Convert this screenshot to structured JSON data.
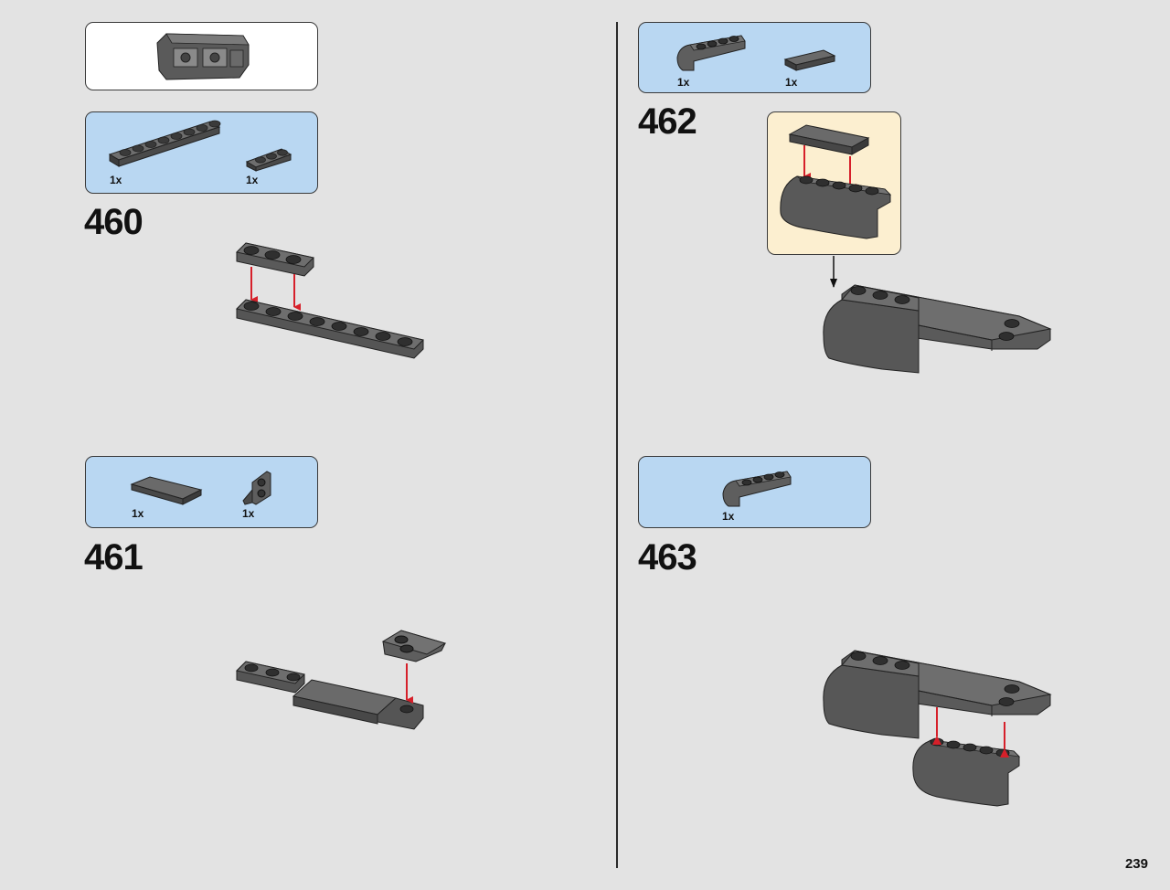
{
  "steps": [
    {
      "number": "460",
      "parts": [
        {
          "qty": "1x",
          "icon": "plate-1x8-dark-gray"
        },
        {
          "qty": "1x",
          "icon": "plate-1x3-dark-gray"
        }
      ]
    },
    {
      "number": "461",
      "parts": [
        {
          "qty": "1x",
          "icon": "tile-2x4-dark-gray"
        },
        {
          "qty": "1x",
          "icon": "wedge-plate-dark-gray"
        }
      ]
    },
    {
      "number": "462",
      "parts": [
        {
          "qty": "1x",
          "icon": "slope-brick-dark-gray"
        },
        {
          "qty": "1x",
          "icon": "tile-1x4-dark-gray"
        }
      ]
    },
    {
      "number": "463",
      "parts": [
        {
          "qty": "1x",
          "icon": "slope-brick-dark-gray"
        }
      ]
    }
  ],
  "page_number": "239",
  "colors": {
    "background": "#e3e3e3",
    "parts_box": "#b9d7f2",
    "callout": "#fcefd0",
    "brick": "#5b5b5b",
    "arrow": "#d6202a"
  }
}
